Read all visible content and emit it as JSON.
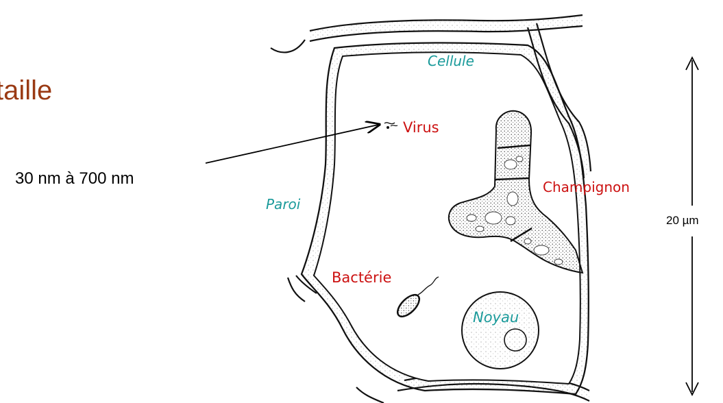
{
  "title": "taille",
  "size_note": "30 nm à 700 nm",
  "scale_bar": {
    "label": "20 µm"
  },
  "labels": {
    "cell": "Cellule",
    "wall": "Paroi",
    "virus": "Virus",
    "fungus": "Champignon",
    "bacterium": "Bactérie",
    "nucleus": "Noyau"
  },
  "colors": {
    "title": "#9a3a14",
    "organism_label": "#cc1111",
    "structure_label": "#1a9a9a",
    "ink": "#111111"
  }
}
